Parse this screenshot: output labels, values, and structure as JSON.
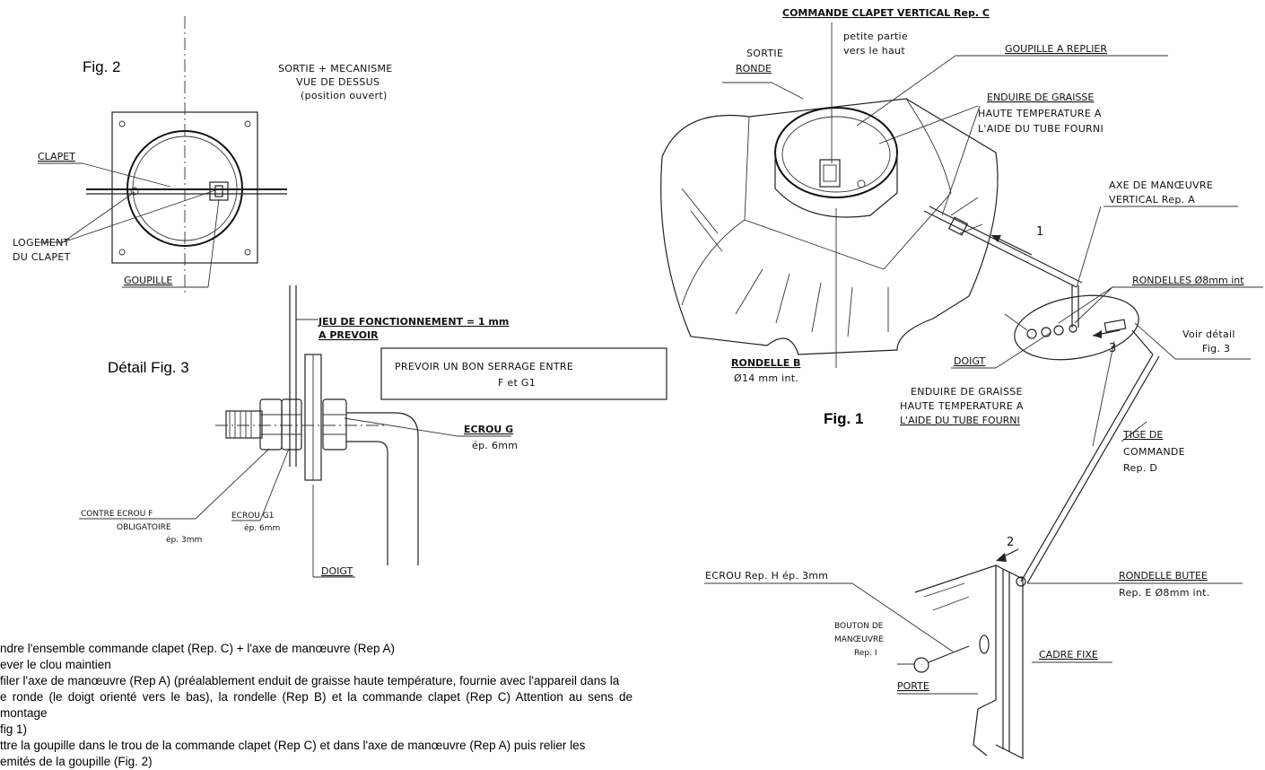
{
  "fig2": {
    "title": "Fig. 2",
    "heading1": "SORTIE + MECANISME",
    "heading2": "VUE DE DESSUS",
    "heading3": "(position ouvert)",
    "label_clapet": "CLAPET",
    "label_logement1": "LOGEMENT",
    "label_logement2": "DU CLAPET",
    "label_goupille": "GOUPILLE"
  },
  "fig3": {
    "title": "Détail Fig. 3",
    "jeu1": "JEU DE FONCTIONNEMENT = 1 mm",
    "jeu2": "A PREVOIR",
    "box1": "PREVOIR UN BON SERRAGE ENTRE",
    "box2": "F et G1",
    "ecrou_g": "ECROU G",
    "ecrou_g_ep": "ép. 6mm",
    "contre1": "CONTRE ECROU F",
    "contre2": "OBLIGATOIRE",
    "contre3": "ép. 3mm",
    "ecrou_g1": "ECROU G1",
    "ecrou_g1_ep": "ép. 6mm",
    "doigt": "DOIGT"
  },
  "fig1": {
    "title": "Fig. 1",
    "commande1": "COMMANDE CLAPET VERTICAL Rep. C",
    "commande2": "petite partie",
    "commande3": "vers le haut",
    "sortie1": "SORTIE",
    "sortie2": "RONDE",
    "goupille": "GOUPILLE A REPLIER",
    "graisse_top1": "ENDUIRE DE GRAISSE",
    "graisse_top2": "HAUTE TEMPERATURE A",
    "graisse_top3": "L'AIDE DU TUBE FOURNI",
    "axe1": "AXE DE MANŒUVRE",
    "axe2": "VERTICAL Rep. A",
    "rondelles": "RONDELLES Ø8mm int",
    "voir1": "Voir détail",
    "voir2": "Fig. 3",
    "rondelle_b1": "RONDELLE B",
    "rondelle_b2": "Ø14 mm int.",
    "doigt": "DOIGT",
    "graisse_bot1": "ENDUIRE DE GRAISSE",
    "graisse_bot2": "HAUTE TEMPERATURE A",
    "graisse_bot3": "L'AIDE DU TUBE FOURNI",
    "tige1": "TIGE DE",
    "tige2": "COMMANDE",
    "tige3": "Rep. D",
    "ecrou_h": "ECROU Rep. H ép. 3mm",
    "bouton1": "BOUTON DE",
    "bouton2": "MANŒUVRE",
    "bouton3": "Rep. I",
    "rondelle_butee1": "RONDELLE BUTEE",
    "rondelle_butee2": "Rep. E Ø8mm int.",
    "cadre": "CADRE FIXE",
    "porte": "PORTE",
    "arrow1": "1",
    "arrow2": "2",
    "arrow3": "3"
  },
  "instructions": [
    "ndre l'ensemble commande clapet (Rep. C) + l'axe de manœuvre (Rep A)",
    "ever le clou maintien",
    "filer l'axe de manœuvre (Rep A) (préalablement enduit de graisse haute température, fournie avec l'appareil dans la",
    "e ronde (le doigt orienté vers le bas), la rondelle (Rep B) et la commande clapet (Rep C) Attention au sens de montage",
    "fig 1)",
    "ttre la goupille dans le trou de la commande clapet (Rep C) et dans l'axe de manœuvre (Rep A) puis relier les",
    "emités de la goupille (Fig. 2)"
  ]
}
